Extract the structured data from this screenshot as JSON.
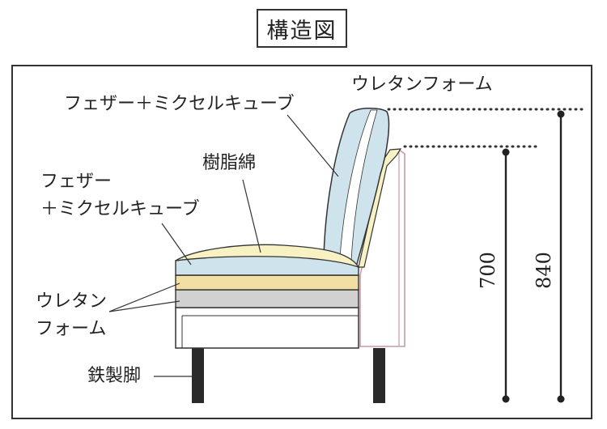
{
  "title": "構造図",
  "labels": {
    "back_urethane": "ウレタンフォーム",
    "back_feather": "フェザー＋ミクセルキューブ",
    "resin_cotton": "樹脂綿",
    "seat_feather": "フェザー\n＋ミクセルキューブ",
    "seat_urethane": "ウレタン\nフォーム",
    "legs": "鉄製脚"
  },
  "dimensions": {
    "armrest_height": "700",
    "back_height": "840"
  },
  "colors": {
    "blue_layer": "#cfe3ec",
    "yellow_layer": "#f7f1c3",
    "yellow_dark": "#f2dfa3",
    "gray_layer": "#d1d1d1",
    "frame_stroke": "#333333",
    "pink_frame": "#c79aa6"
  }
}
